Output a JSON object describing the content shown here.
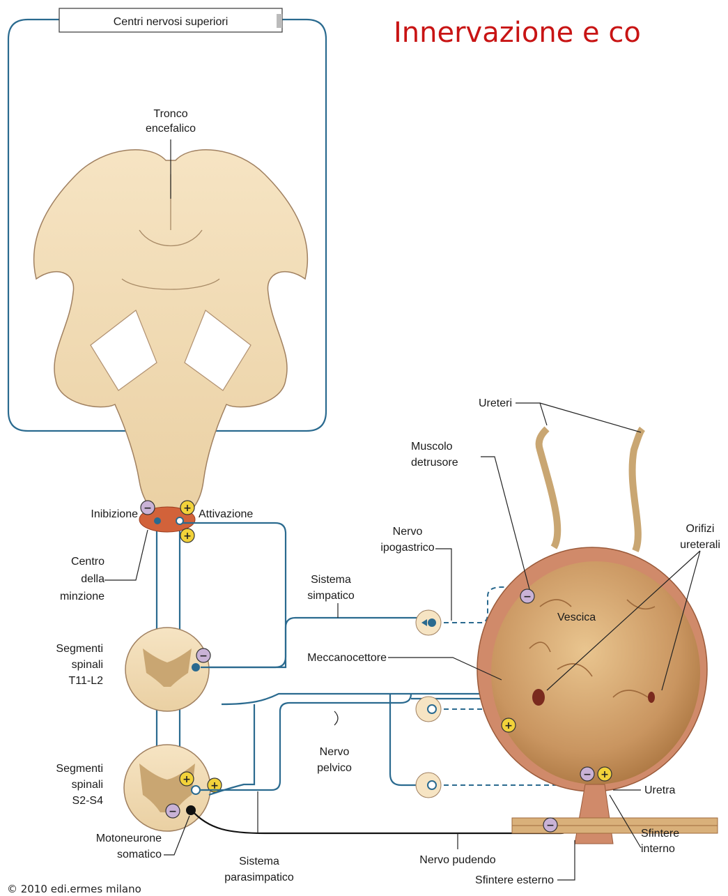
{
  "title": "Innervazione e co",
  "copyright": "© 2010 edi.ermes milano",
  "labels": {
    "higher_centers": "Centri nervosi superiori",
    "brainstem_1": "Tronco",
    "brainstem_2": "encefalico",
    "inhibition": "Inibizione",
    "activation": "Attivazione",
    "micturition_1": "Centro",
    "micturition_2": "della",
    "micturition_3": "minzione",
    "spinal_t_1": "Segmenti",
    "spinal_t_2": "spinali",
    "spinal_t_3": "T11-L2",
    "spinal_s_1": "Segmenti",
    "spinal_s_2": "spinali",
    "spinal_s_3": "S2-S4",
    "motoneuron_1": "Motoneurone",
    "motoneuron_2": "somatico",
    "parasympathetic_1": "Sistema",
    "parasympathetic_2": "parasimpatico",
    "sympathetic_1": "Sistema",
    "sympathetic_2": "simpatico",
    "hypogastric_1": "Nervo",
    "hypogastric_2": "ipogastrico",
    "mechanoreceptor": "Meccanocettore",
    "pelvic_1": "Nervo",
    "pelvic_2": "pelvico",
    "pudendal": "Nervo pudendo",
    "external_sphincter": "Sfintere esterno",
    "internal_sphincter_1": "Sfintere",
    "internal_sphincter_2": "interno",
    "urethra": "Uretra",
    "bladder": "Vescica",
    "ureteral_orifices_1": "Orifizi",
    "ureteral_orifices_2": "ureterali",
    "ureters": "Ureteri",
    "detrusor_1": "Muscolo",
    "detrusor_2": "detrusore"
  },
  "signs": {
    "plus": "+",
    "minus": "−"
  },
  "colors": {
    "title": "#c81414",
    "nerve": "#2a6a8f",
    "tissue": "#f2dcb5",
    "bladder": "#d9b07a",
    "wall": "#d08a6a",
    "plus_badge": "#f2d23a",
    "minus_badge": "#c9b2d6",
    "center": "#d2623a"
  }
}
